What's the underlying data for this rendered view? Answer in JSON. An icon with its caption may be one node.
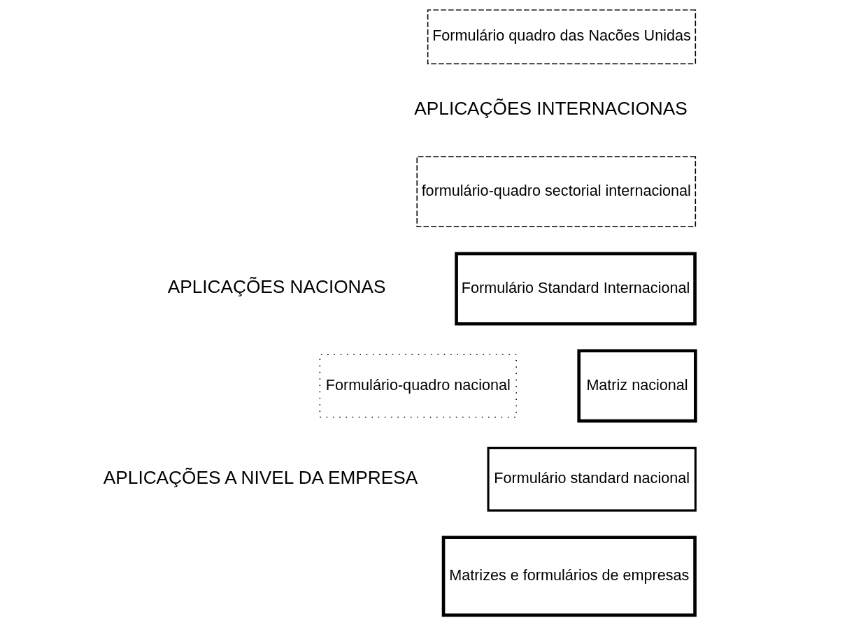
{
  "diagram": {
    "nodes": [
      {
        "text": [
          "Formulário quadro das Nacões Unidas"
        ]
      },
      {
        "text": [
          "formulário-quadro sectorial internacional"
        ]
      },
      {
        "text": [
          "Formulário Standard Internacional"
        ]
      },
      {
        "text": [
          "Formulário-quadro nacional"
        ]
      },
      {
        "text": [
          "Matriz nacional"
        ]
      },
      {
        "text": [
          "Formulário standard nacional"
        ]
      },
      {
        "text": [
          "Matrizes e formulários de empresas"
        ]
      }
    ],
    "labels": [
      "APLICAÇÕES INTERNACIONAS",
      "APLICAÇÕES NACIONAS",
      "APLICAÇÕES A NIVEL DA EMPRESA"
    ]
  }
}
